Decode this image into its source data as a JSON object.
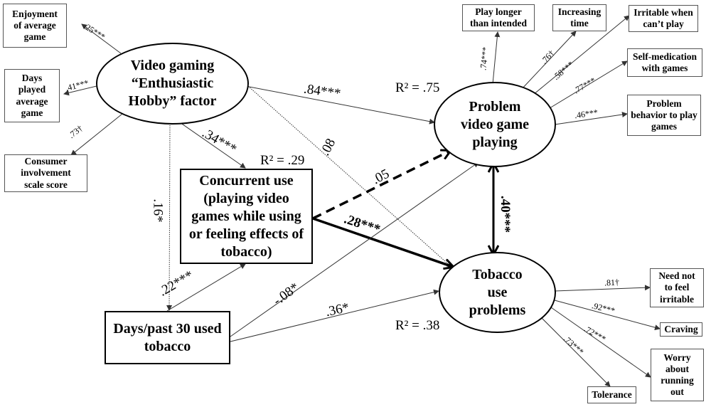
{
  "latent": {
    "gaming": "Video gaming\n“Enthusiastic\nHobby” factor",
    "problem_play": "Problem\nvideo game\nplaying",
    "tobacco": "Tobacco\nuse\nproblems"
  },
  "observed": {
    "concurrent": "Concurrent use\n(playing video\ngames while using\nor feeling effects of\ntobacco)",
    "days_tobacco": "Days/past 30 used\ntobacco"
  },
  "indicators": {
    "enjoyment": "Enjoyment\nof average\ngame",
    "days_played": "Days\nplayed\naverage\ngame",
    "involvement": "Consumer\ninvolvement\nscale score",
    "play_longer": "Play longer\nthan intended",
    "increasing": "Increasing\ntime",
    "irritable_play": "Irritable when\ncan’t play",
    "self_med": "Self-medication\nwith games",
    "problem_behavior": "Problem\nbehavior to play\ngames",
    "need_not": "Need not\nto feel\nirritable",
    "craving": "Craving",
    "worry": "Worry\nabout\nrunning\nout",
    "tolerance": "Tolerance"
  },
  "r_squared": {
    "concurrent": "R² = .29",
    "problem_play": "R² = .75",
    "tobacco": "R² = .38"
  },
  "loadings": {
    "enjoyment": ".25***",
    "days_played": ".41***",
    "involvement": ".73†",
    "play_longer": ".74***",
    "increasing": ".76†",
    "irritable_play": ".58***",
    "self_med": ".77***",
    "problem_behavior": ".46***",
    "need_not": ".81†",
    "craving": ".92***",
    "worry": ".72***",
    "tolerance": ".73***"
  },
  "paths": {
    "gaming_problem": ".84***",
    "gaming_concurrent": ".34***",
    "gaming_tobacco": ".08",
    "gaming_days": ".16*",
    "concurrent_problem": ".05",
    "concurrent_tobacco": ".28***",
    "days_concurrent": ".22***",
    "days_problem": "-.08*",
    "days_tobacco": ".36*",
    "problem_tobacco_cov": ".40***"
  }
}
